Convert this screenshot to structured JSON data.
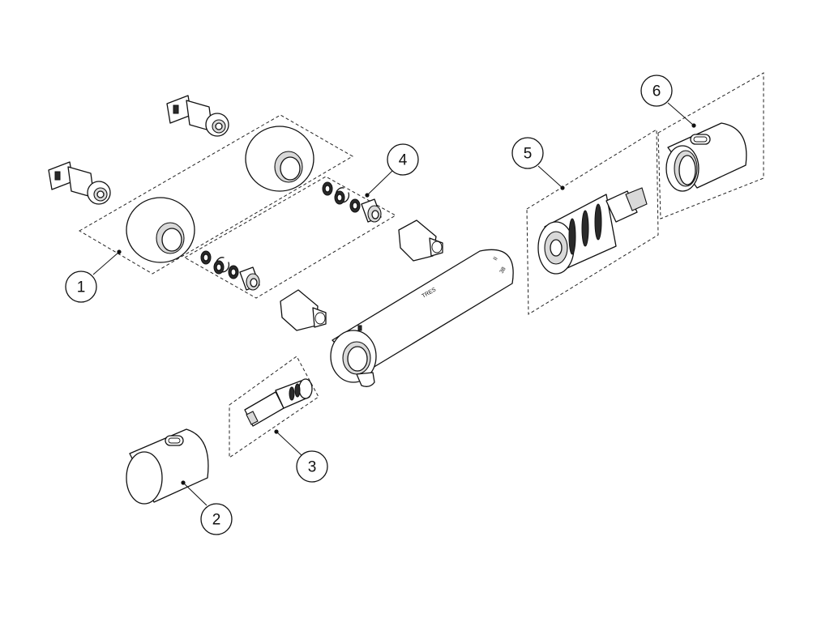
{
  "diagram": {
    "callouts": [
      {
        "id": "1",
        "label": "1"
      },
      {
        "id": "2",
        "label": "2"
      },
      {
        "id": "3",
        "label": "3"
      },
      {
        "id": "4",
        "label": "4"
      },
      {
        "id": "5",
        "label": "5"
      },
      {
        "id": "6",
        "label": "6"
      }
    ],
    "body_markings": {
      "logo": "TRES",
      "scale_a": "38",
      "scale_b": "II"
    }
  }
}
